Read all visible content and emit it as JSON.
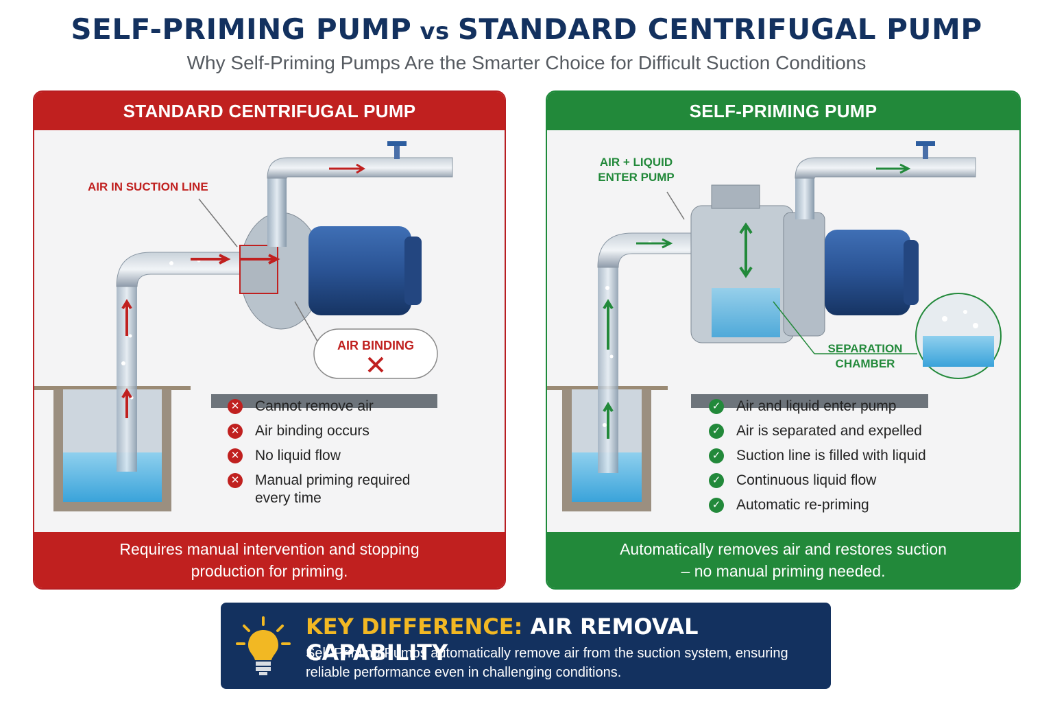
{
  "title": {
    "left": "SELF-PRIMING PUMP",
    "vs": "vs",
    "right": "STANDARD CENTRIFUGAL PUMP"
  },
  "subtitle": "Why Self-Priming Pumps Are the Smarter Choice for Difficult Suction Conditions",
  "standard": {
    "header": "STANDARD CENTRIFUGAL PUMP",
    "callout_air_suction": "AIR IN SUCTION LINE",
    "callout_air_binding": "AIR BINDING",
    "items": [
      "Cannot remove air",
      "Air binding occurs",
      "No liquid flow",
      "Manual priming required every time"
    ],
    "footer": "Requires manual intervention and stopping production for priming.",
    "accent": "#c0201f"
  },
  "self_priming": {
    "header": "SELF-PRIMING PUMP",
    "callout_enter": [
      "AIR + LIQUID",
      "ENTER PUMP"
    ],
    "callout_chamber": [
      "SEPARATION",
      "CHAMBER"
    ],
    "items": [
      "Air and liquid enter pump",
      "Air is separated and expelled",
      "Suction line is filled with liquid",
      "Continuous liquid flow",
      "Automatic re-priming"
    ],
    "footer": "Automatically removes air and restores suction – no manual priming needed.",
    "accent": "#22893a"
  },
  "key_difference": {
    "label": "KEY DIFFERENCE:",
    "title": "AIR REMOVAL CAPABILITY",
    "description": "Self-Priming Pumps automatically remove air from the suction system, ensuring reliable performance even in challenging conditions.",
    "icon": "lightbulb-icon",
    "accent": "#f2b823",
    "background": "#13315f"
  }
}
